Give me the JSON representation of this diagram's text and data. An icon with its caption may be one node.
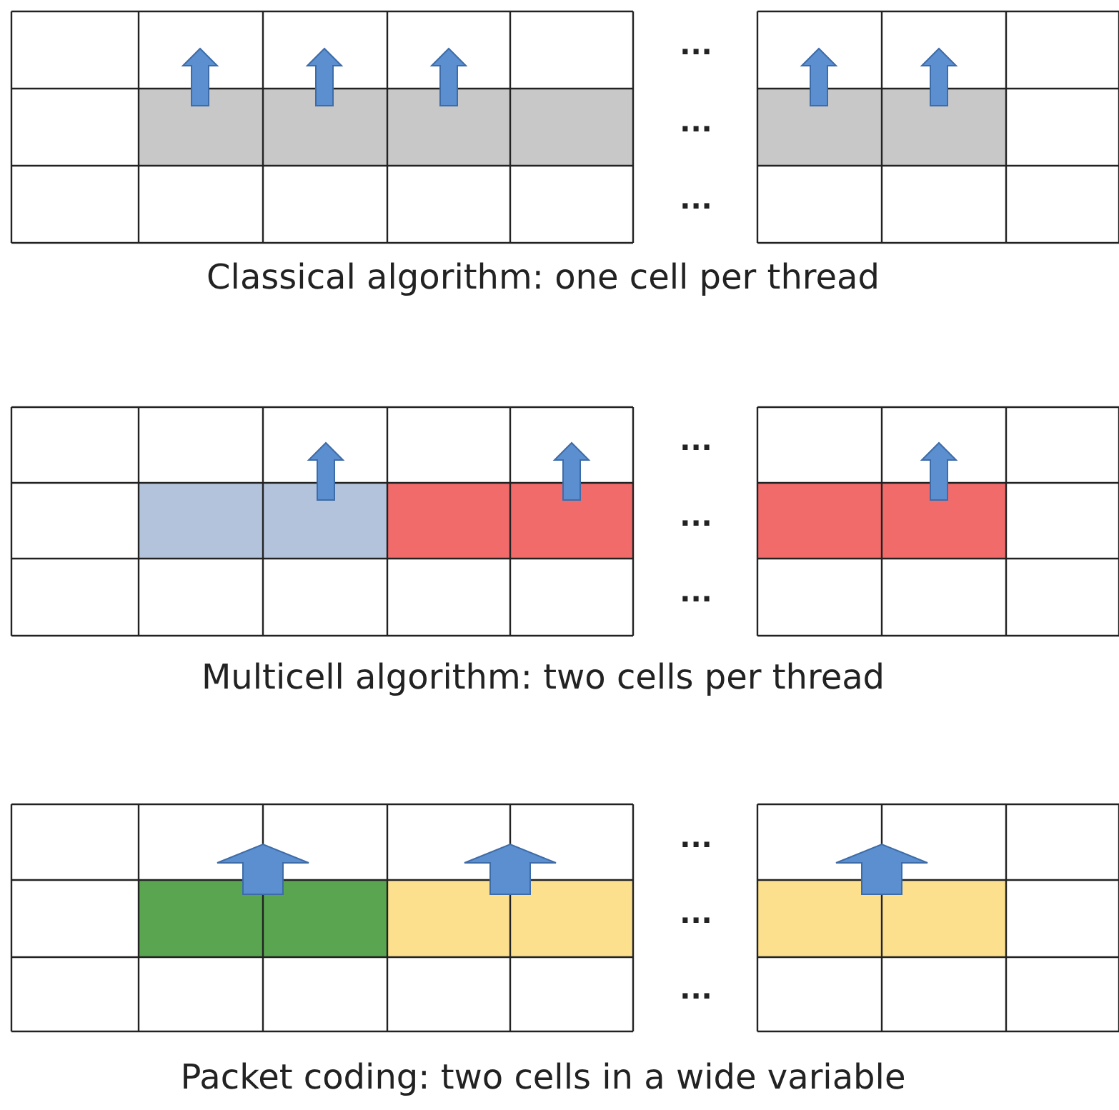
{
  "diagram": {
    "labels": [
      "...",
      "...",
      "...",
      "Classical algorithm: one cell per thread",
      "...",
      "...",
      "...",
      "Multicell algorithm: two cells per thread",
      "...",
      "...",
      "...",
      "Packet coding: two cells in a wide variable"
    ]
  }
}
